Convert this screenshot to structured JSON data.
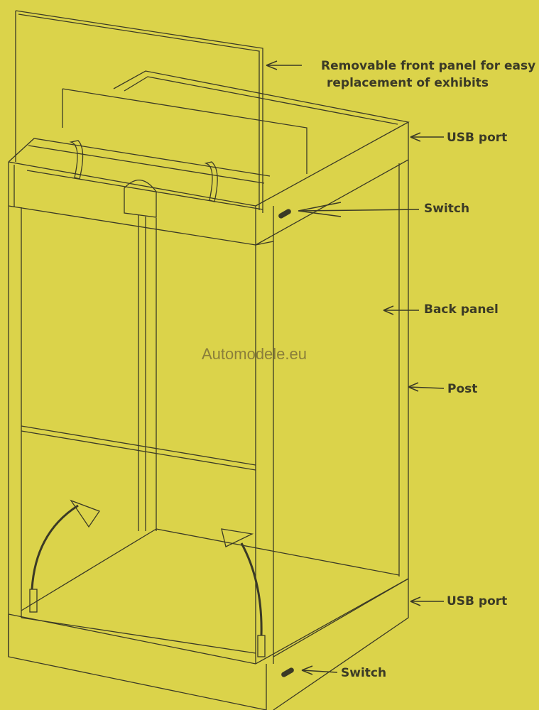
{
  "labels": {
    "front_panel_line1": "Removable front panel for easy",
    "front_panel_line2": "replacement of exhibits",
    "usb_port_top": "USB port",
    "switch_top": "Switch",
    "back_panel": "Back panel",
    "post": "Post",
    "usb_port_bottom": "USB port",
    "switch_bottom": "Switch"
  },
  "watermark": "Automodele.eu",
  "colors": {
    "background": "#dbd34a",
    "line": "#3b3a26"
  }
}
